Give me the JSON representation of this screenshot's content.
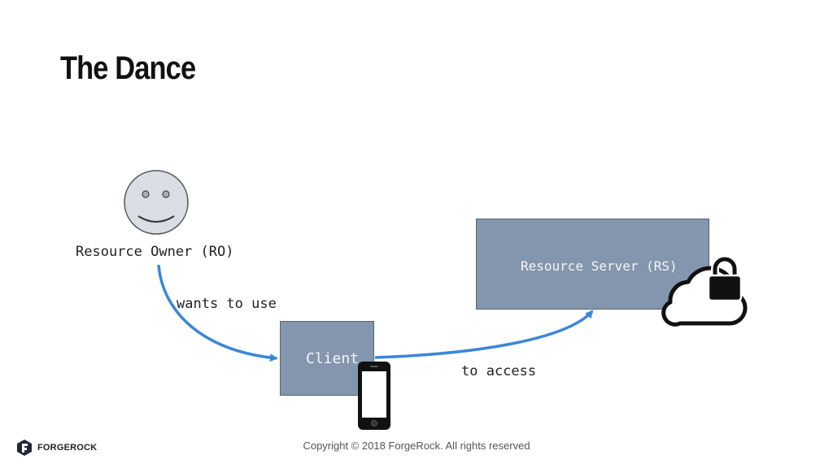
{
  "slide": {
    "title": "The Dance",
    "copyright": "Copyright © 2018 ForgeRock. All rights reserved",
    "brand": "FORGEROCK"
  },
  "diagram": {
    "resource_owner": {
      "label": "Resource Owner (RO)",
      "icon": "smiley-face-icon"
    },
    "client": {
      "label": "Client",
      "icon": "smartphone-icon"
    },
    "resource_server": {
      "label": "Resource Server (RS)",
      "icon": "cloud-lock-icon"
    },
    "edges": {
      "owner_to_client": "wants to use",
      "client_to_server": "to access"
    },
    "colors": {
      "box_fill": "#8496ad",
      "arrow": "#3a86d8"
    }
  }
}
